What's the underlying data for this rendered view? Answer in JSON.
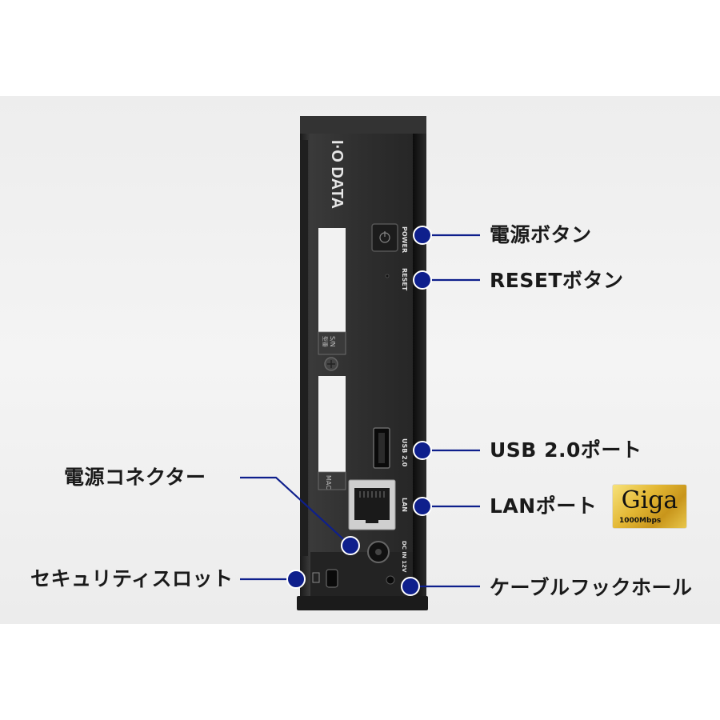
{
  "device": {
    "brand": "I·O DATA",
    "port_labels": {
      "power": "POWER",
      "reset": "RESET",
      "usb": "USB 2.0",
      "lan": "LAN",
      "dc_in": "DC IN 12V",
      "model": "型番",
      "serial": "S/N",
      "mac": "MAC"
    }
  },
  "callouts": {
    "power_button": "電源ボタン",
    "reset_button": "RESETボタン",
    "usb_port": "USB 2.0ポート",
    "lan_port": "LANポート",
    "power_connector": "電源コネクター",
    "security_slot": "セキュリティスロット",
    "cable_hook_hole": "ケーブルフックホール"
  },
  "badge": {
    "text": "Giga",
    "subtext": "1000Mbps"
  },
  "colors": {
    "callout_dot": "#0e1f8c",
    "callout_line": "#0e1f8c",
    "device_body": "#2a2a2a",
    "badge_gold": "#e3b733"
  }
}
